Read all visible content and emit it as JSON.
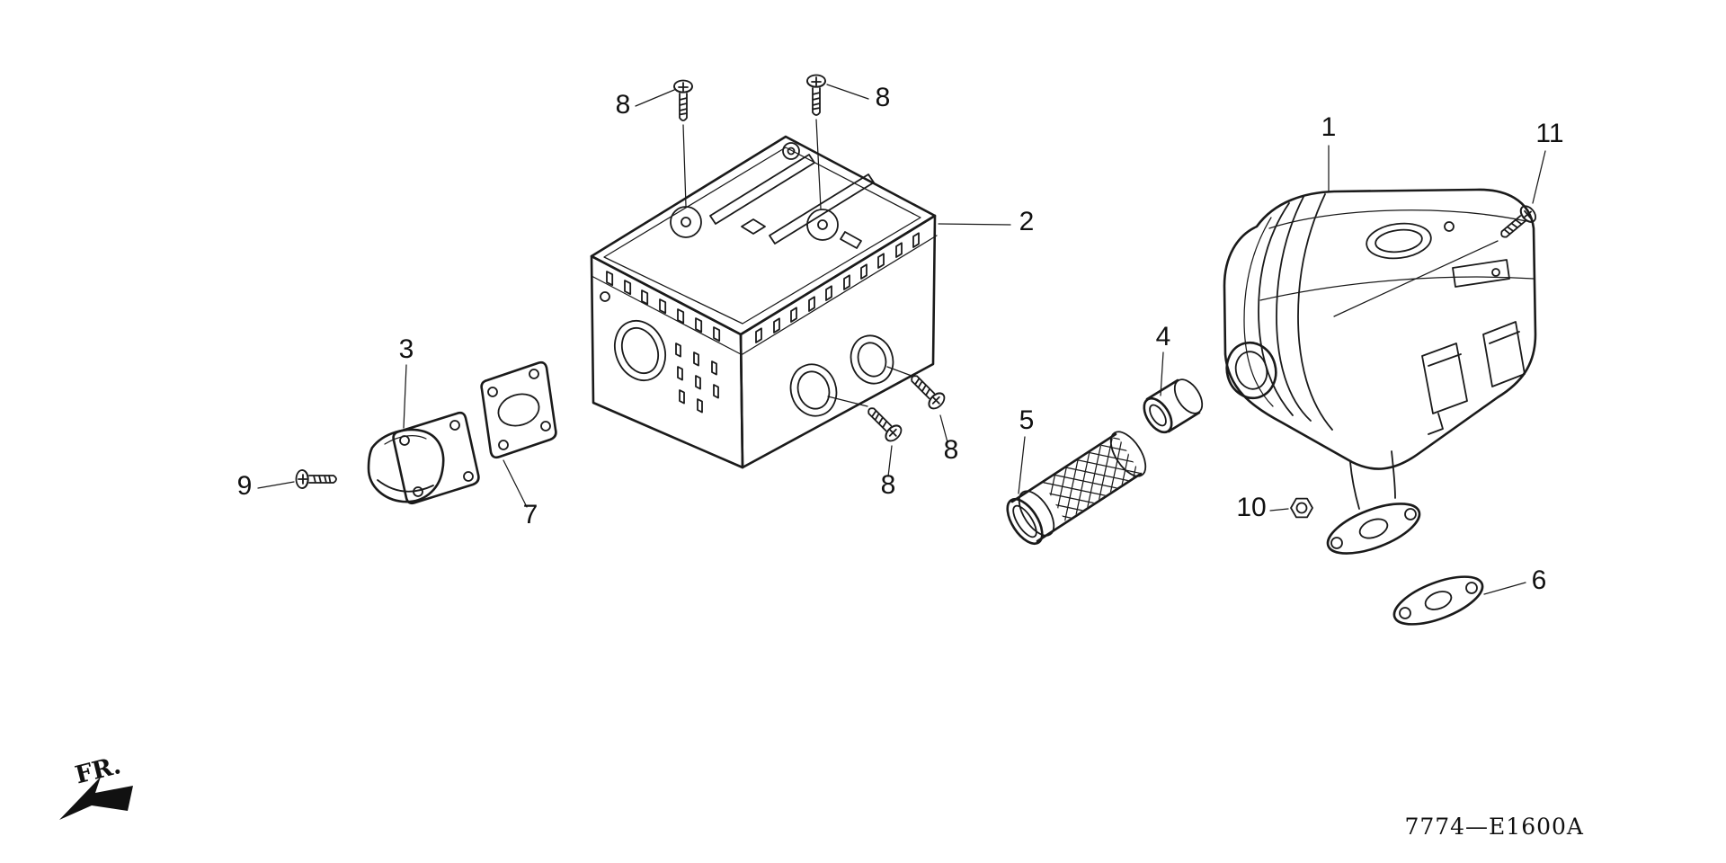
{
  "colors": {
    "ink": "#1a1a1a",
    "background": "#ffffff"
  },
  "footer": {
    "drawing_code": "7774—E1600A"
  },
  "orientation": {
    "label": "FR.",
    "icon": "arrow-southwest"
  },
  "callouts": {
    "c1": "1",
    "c2": "2",
    "c3": "3",
    "c4": "4",
    "c5": "5",
    "c6": "6",
    "c7": "7",
    "c8a": "8",
    "c8b": "8",
    "c8c": "8",
    "c8d": "8",
    "c9": "9",
    "c10": "10",
    "c11": "11"
  }
}
